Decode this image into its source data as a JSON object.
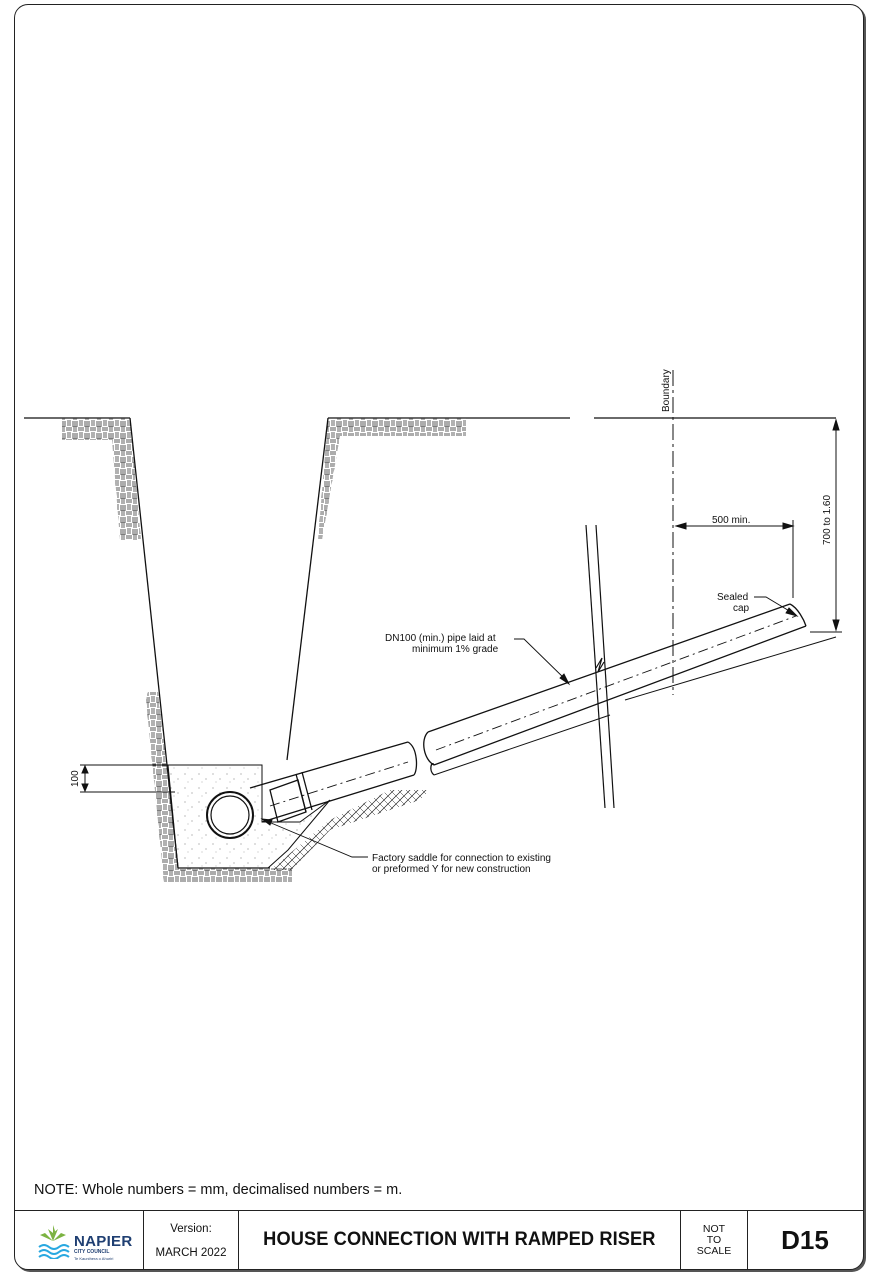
{
  "drawing": {
    "labels": {
      "boundary": "Boundary",
      "depth": "700 to 1.60",
      "offset": "500 min.",
      "sealed_cap_1": "Sealed",
      "sealed_cap_2": "cap",
      "pipe_1": "DN100 (min.) pipe laid at",
      "pipe_2": "minimum 1% grade",
      "bedding": "100",
      "saddle_1": "Factory saddle for connection to existing",
      "saddle_2": "or preformed Y for new construction"
    }
  },
  "note": "NOTE:  Whole numbers = mm, decimalised numbers = m.",
  "title_block": {
    "logo": {
      "name": "NAPIER",
      "sub": "CITY COUNCIL",
      "sub2": "Te Kaunihera o Ahuriri",
      "colors": {
        "leaf": "#7cb342",
        "wave": "#29a8e0",
        "text": "#1f3f72"
      }
    },
    "version_label": "Version:",
    "version_value": "MARCH 2022",
    "title": "HOUSE CONNECTION WITH RAMPED RISER",
    "scale": [
      "NOT",
      "TO",
      "SCALE"
    ],
    "code": "D15"
  }
}
